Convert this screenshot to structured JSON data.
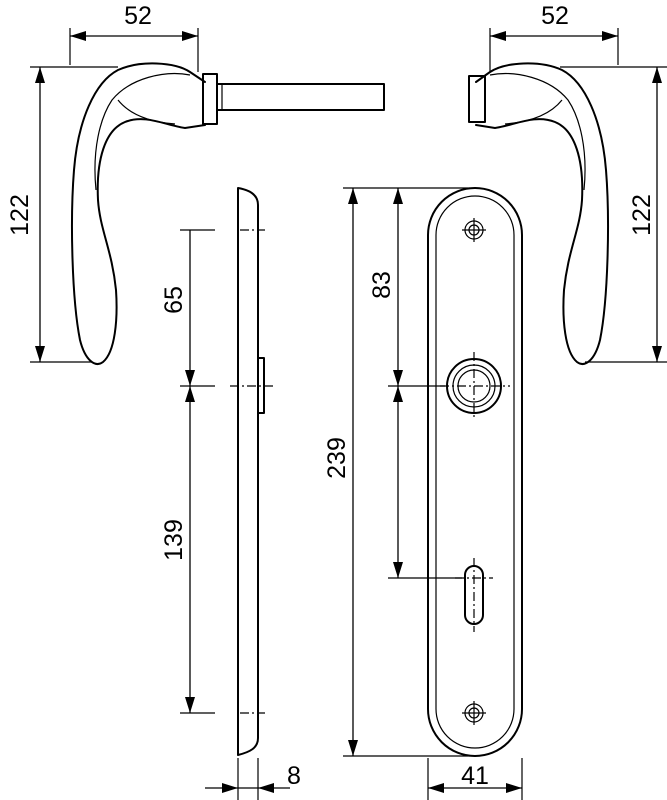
{
  "dimensions": {
    "handle_left_width": "52",
    "handle_left_height": "122",
    "handle_right_width": "52",
    "handle_right_height": "122",
    "rosette_to_handle_center": "65",
    "handle_to_keyhole_center": "139",
    "plate_thickness": "8",
    "plate_height": "239",
    "plate_top_to_handle": "83",
    "plate_width": "41"
  },
  "colors": {
    "line": "#000000",
    "background": "#ffffff"
  }
}
